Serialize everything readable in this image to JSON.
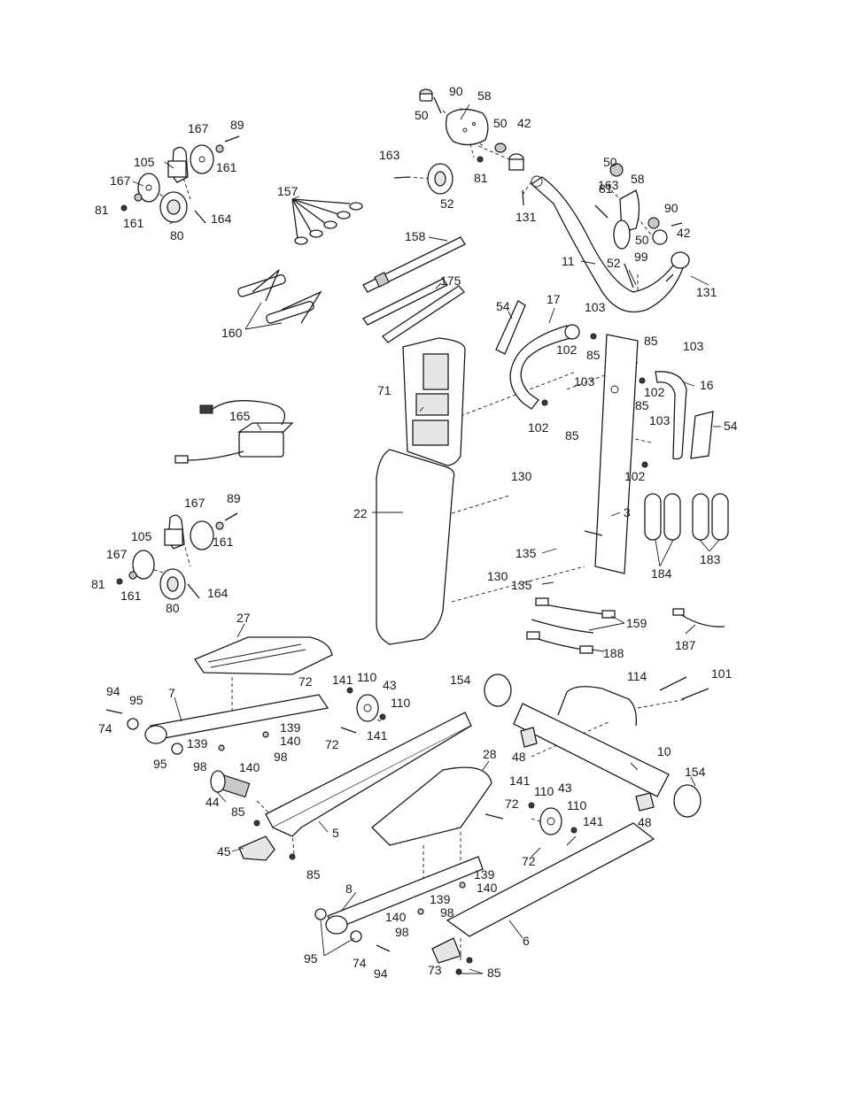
{
  "labels": [
    {
      "key": "p50a",
      "text": "50"
    },
    {
      "key": "p90a",
      "text": "90"
    },
    {
      "key": "p58a",
      "text": "58"
    },
    {
      "key": "p50b",
      "text": "50"
    },
    {
      "key": "p42a",
      "text": "42"
    },
    {
      "key": "p163a",
      "text": "163"
    },
    {
      "key": "p81a",
      "text": "81"
    },
    {
      "key": "p52a",
      "text": "52"
    },
    {
      "key": "p131a",
      "text": "131"
    },
    {
      "key": "p167a",
      "text": "167"
    },
    {
      "key": "p89a",
      "text": "89"
    },
    {
      "key": "p105a",
      "text": "105"
    },
    {
      "key": "p161a",
      "text": "161"
    },
    {
      "key": "p167b",
      "text": "167"
    },
    {
      "key": "p81b",
      "text": "81"
    },
    {
      "key": "p161b",
      "text": "161"
    },
    {
      "key": "p80a",
      "text": "80"
    },
    {
      "key": "p164a",
      "text": "164"
    },
    {
      "key": "p157",
      "text": "157"
    },
    {
      "key": "p158",
      "text": "158"
    },
    {
      "key": "p175",
      "text": "175"
    },
    {
      "key": "p160",
      "text": "160"
    },
    {
      "key": "p50c",
      "text": "50"
    },
    {
      "key": "p163b",
      "text": "163"
    },
    {
      "key": "p81c",
      "text": "81"
    },
    {
      "key": "p58b",
      "text": "58"
    },
    {
      "key": "p90b",
      "text": "90"
    },
    {
      "key": "p50d",
      "text": "50"
    },
    {
      "key": "p42b",
      "text": "42"
    },
    {
      "key": "p11",
      "text": "11"
    },
    {
      "key": "p52b",
      "text": "52"
    },
    {
      "key": "p99",
      "text": "99"
    },
    {
      "key": "p131b",
      "text": "131"
    },
    {
      "key": "p54a",
      "text": "54"
    },
    {
      "key": "p17",
      "text": "17"
    },
    {
      "key": "p103a",
      "text": "103"
    },
    {
      "key": "p102a",
      "text": "102"
    },
    {
      "key": "p85a",
      "text": "85"
    },
    {
      "key": "p85b",
      "text": "85"
    },
    {
      "key": "p103b",
      "text": "103"
    },
    {
      "key": "p102b",
      "text": "102"
    },
    {
      "key": "p16",
      "text": "16"
    },
    {
      "key": "p103c",
      "text": "103"
    },
    {
      "key": "p85c",
      "text": "85"
    },
    {
      "key": "p102c",
      "text": "102"
    },
    {
      "key": "p85d",
      "text": "85"
    },
    {
      "key": "p103d",
      "text": "103"
    },
    {
      "key": "p54b",
      "text": "54"
    },
    {
      "key": "p102d",
      "text": "102"
    },
    {
      "key": "p71",
      "text": "71"
    },
    {
      "key": "p165",
      "text": "165"
    },
    {
      "key": "p130a",
      "text": "130"
    },
    {
      "key": "p22",
      "text": "22"
    },
    {
      "key": "p3",
      "text": "3"
    },
    {
      "key": "p135a",
      "text": "135"
    },
    {
      "key": "p135b",
      "text": "135"
    },
    {
      "key": "p130b",
      "text": "130"
    },
    {
      "key": "p184",
      "text": "184"
    },
    {
      "key": "p183",
      "text": "183"
    },
    {
      "key": "p167c",
      "text": "167"
    },
    {
      "key": "p89b",
      "text": "89"
    },
    {
      "key": "p105b",
      "text": "105"
    },
    {
      "key": "p161c",
      "text": "161"
    },
    {
      "key": "p167d",
      "text": "167"
    },
    {
      "key": "p81d",
      "text": "81"
    },
    {
      "key": "p161d",
      "text": "161"
    },
    {
      "key": "p164b",
      "text": "164"
    },
    {
      "key": "p80b",
      "text": "80"
    },
    {
      "key": "p159",
      "text": "159"
    },
    {
      "key": "p188",
      "text": "188"
    },
    {
      "key": "p187",
      "text": "187"
    },
    {
      "key": "p27",
      "text": "27"
    },
    {
      "key": "p94a",
      "text": "94"
    },
    {
      "key": "p7",
      "text": "7"
    },
    {
      "key": "p72a",
      "text": "72"
    },
    {
      "key": "p141a",
      "text": "141"
    },
    {
      "key": "p110a",
      "text": "110"
    },
    {
      "key": "p43a",
      "text": "43"
    },
    {
      "key": "p95a",
      "text": "95"
    },
    {
      "key": "p110b",
      "text": "110"
    },
    {
      "key": "p74a",
      "text": "74"
    },
    {
      "key": "p141b",
      "text": "141"
    },
    {
      "key": "p72b",
      "text": "72"
    },
    {
      "key": "p139a",
      "text": "139"
    },
    {
      "key": "p139b",
      "text": "139"
    },
    {
      "key": "p140a",
      "text": "140"
    },
    {
      "key": "p95b",
      "text": "95"
    },
    {
      "key": "p98a",
      "text": "98"
    },
    {
      "key": "p140b",
      "text": "140"
    },
    {
      "key": "p98b",
      "text": "98"
    },
    {
      "key": "p154a",
      "text": "154"
    },
    {
      "key": "p114",
      "text": "114"
    },
    {
      "key": "p101",
      "text": "101"
    },
    {
      "key": "p48a",
      "text": "48"
    },
    {
      "key": "p10",
      "text": "10"
    },
    {
      "key": "p154b",
      "text": "154"
    },
    {
      "key": "p48b",
      "text": "48"
    },
    {
      "key": "p44",
      "text": "44"
    },
    {
      "key": "p85e",
      "text": "85"
    },
    {
      "key": "p5",
      "text": "5"
    },
    {
      "key": "p28",
      "text": "28"
    },
    {
      "key": "p141c",
      "text": "141"
    },
    {
      "key": "p110c",
      "text": "110"
    },
    {
      "key": "p43b",
      "text": "43"
    },
    {
      "key": "p72c",
      "text": "72"
    },
    {
      "key": "p110d",
      "text": "110"
    },
    {
      "key": "p141d",
      "text": "141"
    },
    {
      "key": "p45",
      "text": "45"
    },
    {
      "key": "p85f",
      "text": "85"
    },
    {
      "key": "p72d",
      "text": "72"
    },
    {
      "key": "p8",
      "text": "8"
    },
    {
      "key": "p139c",
      "text": "139"
    },
    {
      "key": "p140c",
      "text": "140"
    },
    {
      "key": "p139d",
      "text": "139"
    },
    {
      "key": "p98c",
      "text": "98"
    },
    {
      "key": "p140d",
      "text": "140"
    },
    {
      "key": "p98d",
      "text": "98"
    },
    {
      "key": "p6",
      "text": "6"
    },
    {
      "key": "p95c",
      "text": "95"
    },
    {
      "key": "p74b",
      "text": "74"
    },
    {
      "key": "p94b",
      "text": "94"
    },
    {
      "key": "p73",
      "text": "73"
    },
    {
      "key": "p85g",
      "text": "85"
    }
  ]
}
